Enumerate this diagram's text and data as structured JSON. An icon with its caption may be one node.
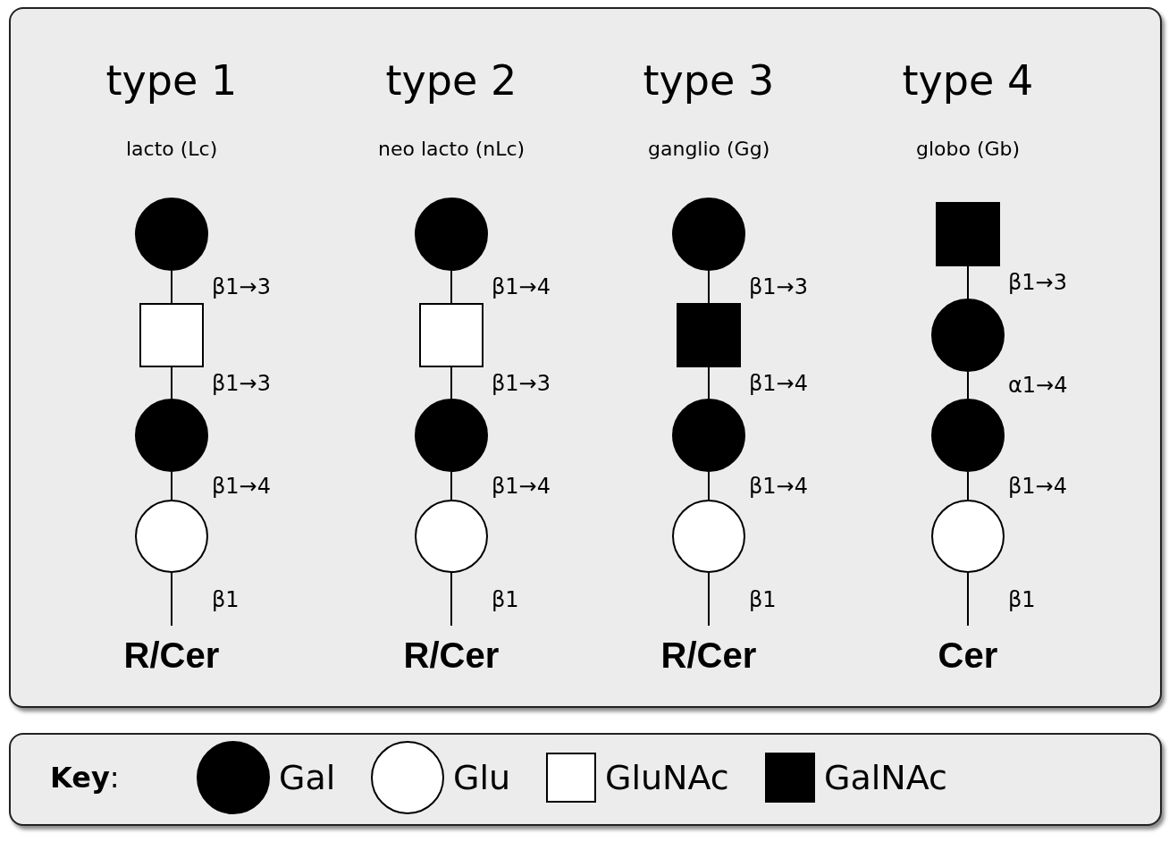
{
  "diagram": {
    "nodes": [
      {
        "text": [],
        "shape": "circle"
      },
      {
        "text": [],
        "shape": "box"
      },
      {
        "text": [],
        "shape": "circle"
      },
      {
        "text": [],
        "shape": "circle"
      },
      {
        "text": [
          "R/Cer"
        ]
      },
      {
        "text": [],
        "shape": "circle"
      },
      {
        "text": [],
        "shape": "box"
      },
      {
        "text": [],
        "shape": "circle"
      },
      {
        "text": [],
        "shape": "circle"
      },
      {
        "text": [
          "R/Cer"
        ]
      },
      {
        "text": [],
        "shape": "circle"
      },
      {
        "text": [],
        "shape": "box"
      },
      {
        "text": [],
        "shape": "circle"
      },
      {
        "text": [],
        "shape": "circle"
      },
      {
        "text": [
          "R/Cer"
        ]
      },
      {
        "text": [],
        "shape": "box"
      },
      {
        "text": [],
        "shape": "circle"
      },
      {
        "text": [],
        "shape": "circle"
      },
      {
        "text": [],
        "shape": "circle"
      },
      {
        "text": [
          "Cer"
        ]
      }
    ],
    "edges": [
      {
        "from": 0,
        "to": 1,
        "arrow": "none",
        "label": "β1→3"
      },
      {
        "from": 1,
        "to": 2,
        "arrow": "none",
        "label": "β1→3"
      },
      {
        "from": 2,
        "to": 3,
        "arrow": "none",
        "label": "β1→4"
      },
      {
        "from": 3,
        "to": 4,
        "arrow": "none",
        "label": "β1"
      },
      {
        "from": 5,
        "to": 6,
        "arrow": "none",
        "label": "β1→4"
      },
      {
        "from": 6,
        "to": 7,
        "arrow": "none",
        "label": "β1→3"
      },
      {
        "from": 7,
        "to": 8,
        "arrow": "none",
        "label": "β1→4"
      },
      {
        "from": 8,
        "to": 9,
        "arrow": "none",
        "label": "β1"
      },
      {
        "from": 10,
        "to": 11,
        "arrow": "none",
        "label": "β1→3"
      },
      {
        "from": 11,
        "to": 12,
        "arrow": "none",
        "label": "β1→4"
      },
      {
        "from": 12,
        "to": 13,
        "arrow": "none",
        "label": "β1→4"
      },
      {
        "from": 13,
        "to": 14,
        "arrow": "none",
        "label": "β1"
      },
      {
        "from": 15,
        "to": 16,
        "arrow": "none",
        "label": "β1→3"
      },
      {
        "from": 16,
        "to": 17,
        "arrow": "none",
        "label": "α1→4"
      },
      {
        "from": 17,
        "to": 18,
        "arrow": "none",
        "label": "β1→4"
      },
      {
        "from": 18,
        "to": 19,
        "arrow": "none",
        "label": "β1"
      }
    ],
    "labels": [
      "type 1",
      "lacto (Lc)",
      "type 2",
      "neo lacto (nLc)",
      "type 3",
      "ganglio (Gg)",
      "type 4",
      "globo (Gb)",
      "**Key**:"
    ],
    "legend": [
      {
        "text": "Gal"
      },
      {
        "text": "Glu"
      },
      {
        "text": "GluNAc"
      },
      {
        "text": "GalNAc"
      }
    ]
  }
}
